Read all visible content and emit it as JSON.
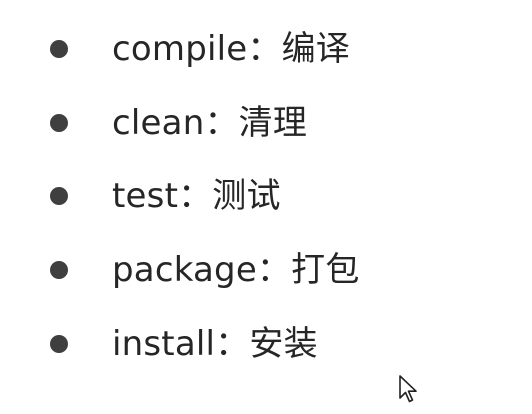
{
  "items": [
    {
      "text": "compile：编译"
    },
    {
      "text": "clean：清理"
    },
    {
      "text": "test：测试"
    },
    {
      "text": "package：打包"
    },
    {
      "text": "install：安装"
    }
  ],
  "cursor": {
    "icon": "arrow-pointer-icon"
  }
}
